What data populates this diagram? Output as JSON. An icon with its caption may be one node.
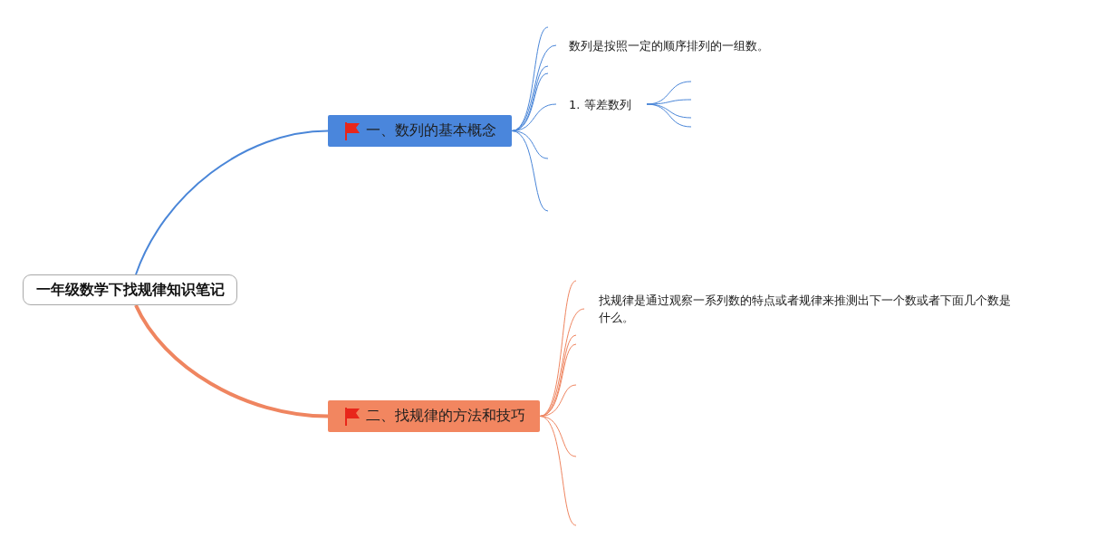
{
  "diagram": {
    "nodes": [
      {
        "text": [
          "一年级数学下找规律知识笔记"
        ]
      },
      {
        "text": [
          "一、数列的基本概念"
        ]
      },
      {
        "text": [
          "数列是按照一定的顺序排列的一组数。"
        ]
      },
      {
        "text": [
          "1. 等差数列"
        ]
      },
      {
        "text": [
          "二、找规律的方法和技巧"
        ]
      },
      {
        "text": [
          "找规律是通过观察一系列数的特点或者规律来推测出下一个数或者下面几个数是什么。"
        ]
      }
    ],
    "edges": [
      {
        "from": 0,
        "to": 1,
        "arrow": "none"
      },
      {
        "from": 1,
        "to": null,
        "arrow": "none"
      },
      {
        "from": 1,
        "to": 2,
        "arrow": "none"
      },
      {
        "from": 1,
        "to": null,
        "arrow": "none"
      },
      {
        "from": 1,
        "to": null,
        "arrow": "none"
      },
      {
        "from": 1,
        "to": 3,
        "arrow": "none"
      },
      {
        "from": 3,
        "to": null,
        "arrow": "none"
      },
      {
        "from": 3,
        "to": null,
        "arrow": "none"
      },
      {
        "from": 3,
        "to": null,
        "arrow": "none"
      },
      {
        "from": 3,
        "to": null,
        "arrow": "none"
      },
      {
        "from": 1,
        "to": null,
        "arrow": "none"
      },
      {
        "from": 1,
        "to": null,
        "arrow": "none"
      },
      {
        "from": 0,
        "to": 4,
        "arrow": "none",
        "style": "thick",
        "color": "#ef8560"
      },
      {
        "from": 4,
        "to": null,
        "arrow": "none",
        "color": "#ef8560"
      },
      {
        "from": 4,
        "to": 5,
        "arrow": "none",
        "color": "#ef8560"
      },
      {
        "from": 4,
        "to": null,
        "arrow": "none",
        "color": "#ef8560"
      },
      {
        "from": 4,
        "to": null,
        "arrow": "none",
        "color": "#ef8560"
      },
      {
        "from": 4,
        "to": null,
        "arrow": "none",
        "color": "#ef8560"
      },
      {
        "from": 4,
        "to": null,
        "arrow": "none",
        "color": "#ef8560"
      },
      {
        "from": 4,
        "to": null,
        "arrow": "none",
        "color": "#ef8560"
      }
    ]
  }
}
